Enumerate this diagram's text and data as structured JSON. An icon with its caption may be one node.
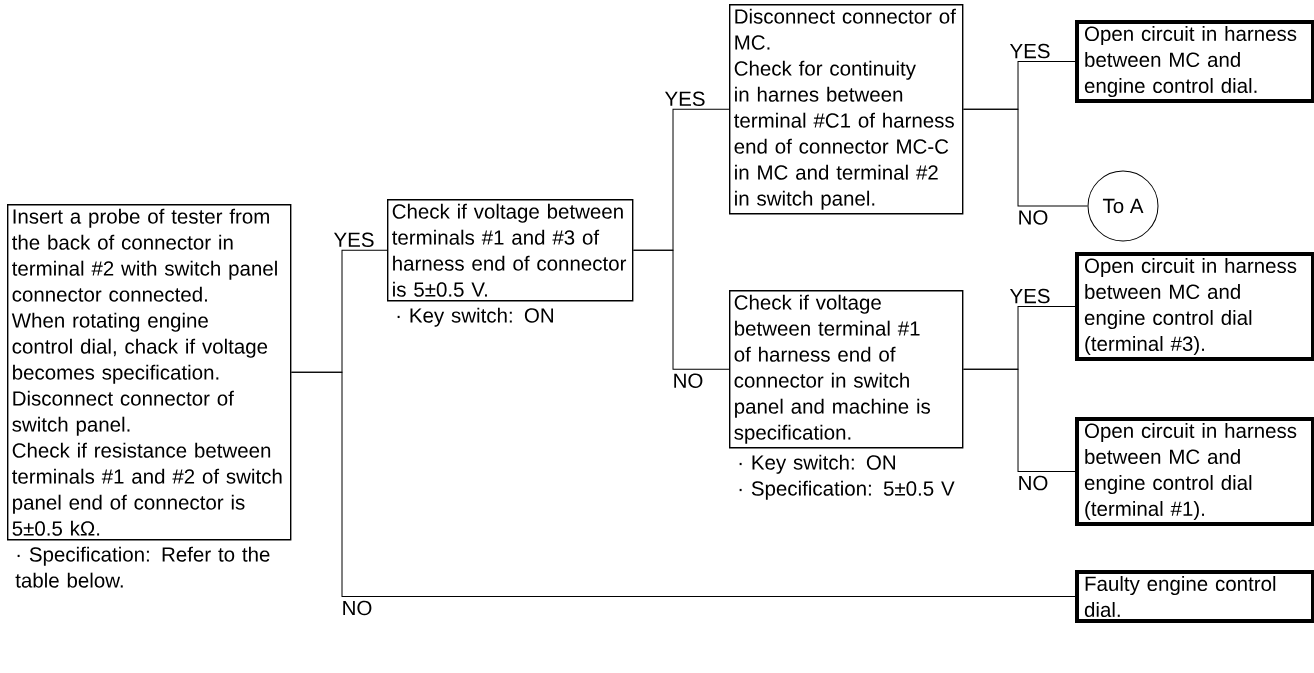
{
  "diagram": {
    "nodes": [
      {
        "text": [
          "Insert a probe of tester from the back of connector in terminal #2 with switch panel connector connected.",
          "When rotating engine control dial, chack if voltage becomes specification.",
          "Disconnect connector of switch panel.",
          "Check if resistance between terminals #1 and #2 of switch panel end of connector is 5±0.5 kΩ."
        ],
        "beside": [
          "· Specification: Refer to the table below."
        ]
      },
      {
        "text": [
          "Check if voltage between terminals #1 and #3 of harness end of connector is 5±0.5 V."
        ],
        "beside": [
          "· Key switch: ON"
        ]
      },
      {
        "text": [
          "Disconnect connector of MC.",
          "Check for continuity in harnes between terminal #C1 of harness end of connector MC-C in MC and terminal #2 in switch panel."
        ]
      },
      {
        "text": [
          "Check if voltage between terminal #1 of harness end of connector in switch panel and machine is specification."
        ],
        "beside": [
          "· Key switch: ON",
          "· Specification: 5±0.5 V"
        ]
      },
      {
        "text": [
          "Open circuit in harness between MC and engine control dial."
        ]
      },
      {
        "text": [
          "To A"
        ]
      },
      {
        "text": [
          "Open circuit in harness between MC and engine control dial (terminal #3)."
        ]
      },
      {
        "text": [
          "Open circuit in harness between MC and engine control dial (terminal #1)."
        ]
      },
      {
        "text": [
          "Faulty engine control dial."
        ]
      }
    ],
    "edges": [
      {
        "from": 0,
        "to": 1,
        "arrow": "none",
        "label": "YES"
      },
      {
        "from": 0,
        "to": 8,
        "arrow": "none",
        "label": "NO"
      },
      {
        "from": 1,
        "to": 2,
        "arrow": "none",
        "label": "YES"
      },
      {
        "from": 1,
        "to": 3,
        "arrow": "none",
        "label": "NO"
      },
      {
        "from": 2,
        "to": 4,
        "arrow": "none",
        "label": "YES"
      },
      {
        "from": 2,
        "to": 5,
        "arrow": "none",
        "label": "NO"
      },
      {
        "from": 3,
        "to": 6,
        "arrow": "none",
        "label": "YES"
      },
      {
        "from": 3,
        "to": 7,
        "arrow": "none",
        "label": "NO"
      }
    ]
  }
}
